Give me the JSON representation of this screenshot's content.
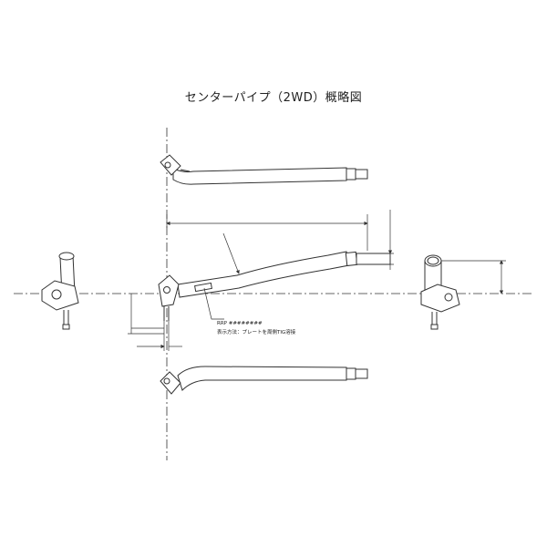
{
  "title": "センターパイプ（2WD）概略図",
  "annotations": {
    "part_code": "RRP ########",
    "marking_method": "表示方法：プレートを周側TIG溶接"
  },
  "colors": {
    "line": "#333333",
    "pipe_fill": "#ffffff",
    "background": "#ffffff"
  }
}
